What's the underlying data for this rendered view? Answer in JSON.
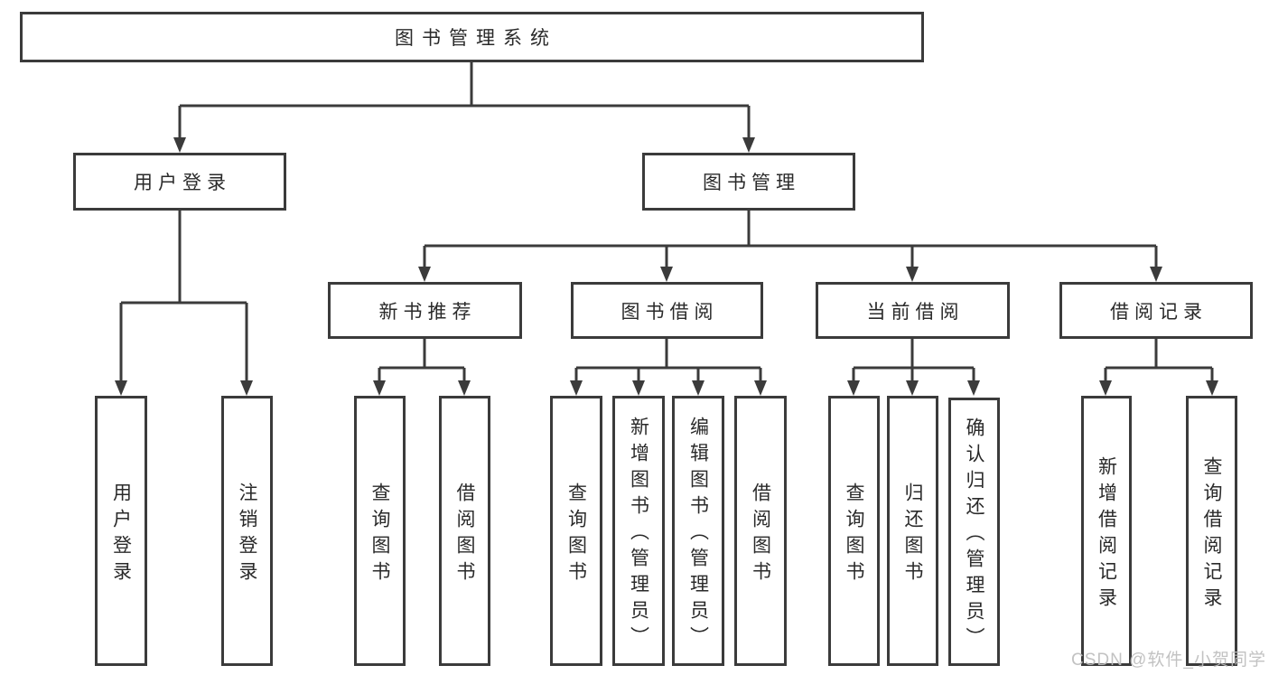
{
  "tree": {
    "root": {
      "label": "图书管理系统"
    },
    "branches": [
      {
        "label": "用户登录",
        "leaves": [
          {
            "label": "用户登录"
          },
          {
            "label": "注销登录"
          }
        ]
      },
      {
        "label": "图书管理",
        "groups": [
          {
            "label": "新书推荐",
            "leaves": [
              {
                "label": "查询图书"
              },
              {
                "label": "借阅图书"
              }
            ]
          },
          {
            "label": "图书借阅",
            "leaves": [
              {
                "label": "查询图书"
              },
              {
                "label": "新增图书（管理员）"
              },
              {
                "label": "编辑图书（管理员）"
              },
              {
                "label": "借阅图书"
              }
            ]
          },
          {
            "label": "当前借阅",
            "leaves": [
              {
                "label": "查询图书"
              },
              {
                "label": "归还图书"
              },
              {
                "label": "确认归还（管理员）"
              }
            ]
          },
          {
            "label": "借阅记录",
            "leaves": [
              {
                "label": "新增借阅记录"
              },
              {
                "label": "查询借阅记录"
              }
            ]
          }
        ]
      }
    ]
  },
  "watermark": {
    "text": "CSDN @软件_小贺同学"
  },
  "colors": {
    "line": "#3b3b3b",
    "text": "#2a2a2a",
    "watermark": "#bdbdbd",
    "background": "#ffffff"
  }
}
